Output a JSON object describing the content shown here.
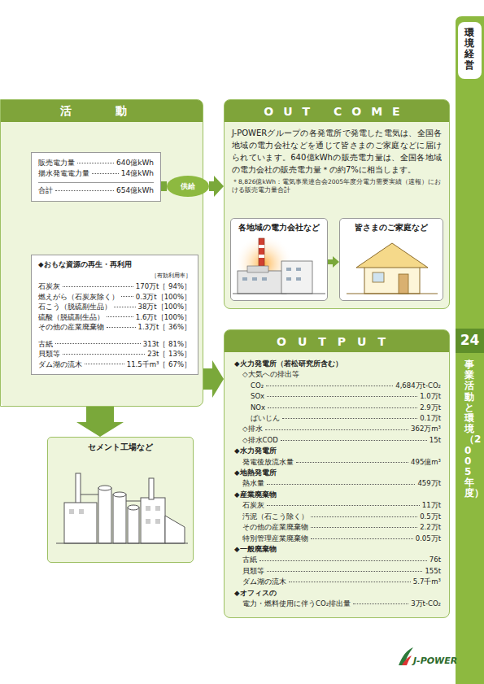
{
  "diagram": {
    "nodes": [
      {
        "text": [
          "活　動"
        ]
      },
      {
        "text": [
          "販売電力量",
          "640億kWh",
          "揚水発電電力量",
          "14億kWh",
          "合計",
          "654億kWh"
        ],
        "in": 0
      },
      {
        "text": [
          "供給"
        ]
      },
      {
        "text": [
          "◆おもな資源の再生・再利用",
          "［有効利用率］",
          "石炭灰",
          "170万t［ 94%］",
          "燃えがら（石炭灰除く）",
          "0.3万t［100%］",
          "石こう（脱硫副生品）",
          "38万t［100%］",
          "硫酸（脱硫副生品）",
          "1.6万t［100%］",
          "その他の産業廃棄物",
          "1.3万t［ 36%］",
          "古紙",
          "313t［ 81%］",
          "貝類等",
          "23t［ 13%］",
          "ダム湖の流木",
          "11.5千m³［ 67%］"
        ],
        "in": 0
      },
      {
        "text": [
          "セメント工場など"
        ]
      },
      {
        "text": [
          "OUT COME",
          "J-POWERグループの各発電所で発電した電気は、全国各地域の電力会社などを通じて皆さまのご家庭などに届けられています。640億kWhの販売電力量は、全国各地域の電力会社の販売電力量＊の約7%に相当します。",
          "＊8,826億kWh：電気事業連合会2005年度分電力需要実績（速報）における販売電力量合計"
        ]
      },
      {
        "text": [
          "各地域の電力会社など"
        ],
        "in": 5
      },
      {
        "text": [
          "皆さまのご家庭など"
        ],
        "in": 5
      },
      {
        "text": [
          "OUTPUT",
          "◆火力発電所（若松研究所含む）",
          "◇大気への排出等",
          "CO₂",
          "4,684万t-CO₂",
          "SOx",
          "1.0万t",
          "NOx",
          "2.9万t",
          "ばいじん",
          "0.1万t",
          "◇排水",
          "362万m³",
          "◇排水COD",
          "15t",
          "◆水力発電所",
          "発電後放流水量",
          "495億m³",
          "◆地熱発電所",
          "熱水量",
          "459万t",
          "◆産業廃棄物",
          "石炭灰",
          "11万t",
          "汚泥（石こう除く）",
          "0.5万t",
          "その他の産業廃棄物",
          "2.2万t",
          "特別管理産業廃棄物",
          "0.05万t",
          "◆一般廃棄物",
          "古紙",
          "76t",
          "貝類等",
          "155t",
          "ダム湖の流木",
          "5.7千m³",
          "◆オフィスの",
          "電力・燃料使用に伴うCO₂排出量",
          "3万t-CO₂"
        ]
      }
    ],
    "edges": [
      {
        "from": 1,
        "to": 2,
        "arrow": "none"
      },
      {
        "from": 2,
        "to": 5,
        "arrow": "to"
      },
      {
        "from": 0,
        "to": 4,
        "arrow": "to"
      },
      {
        "from": 0,
        "to": 8,
        "arrow": "to"
      },
      {
        "from": 6,
        "to": 7,
        "arrow": "to"
      }
    ],
    "labels": [
      "環境経営",
      "24",
      "事業活動と環境（2005年度）",
      "J-POWER"
    ]
  }
}
